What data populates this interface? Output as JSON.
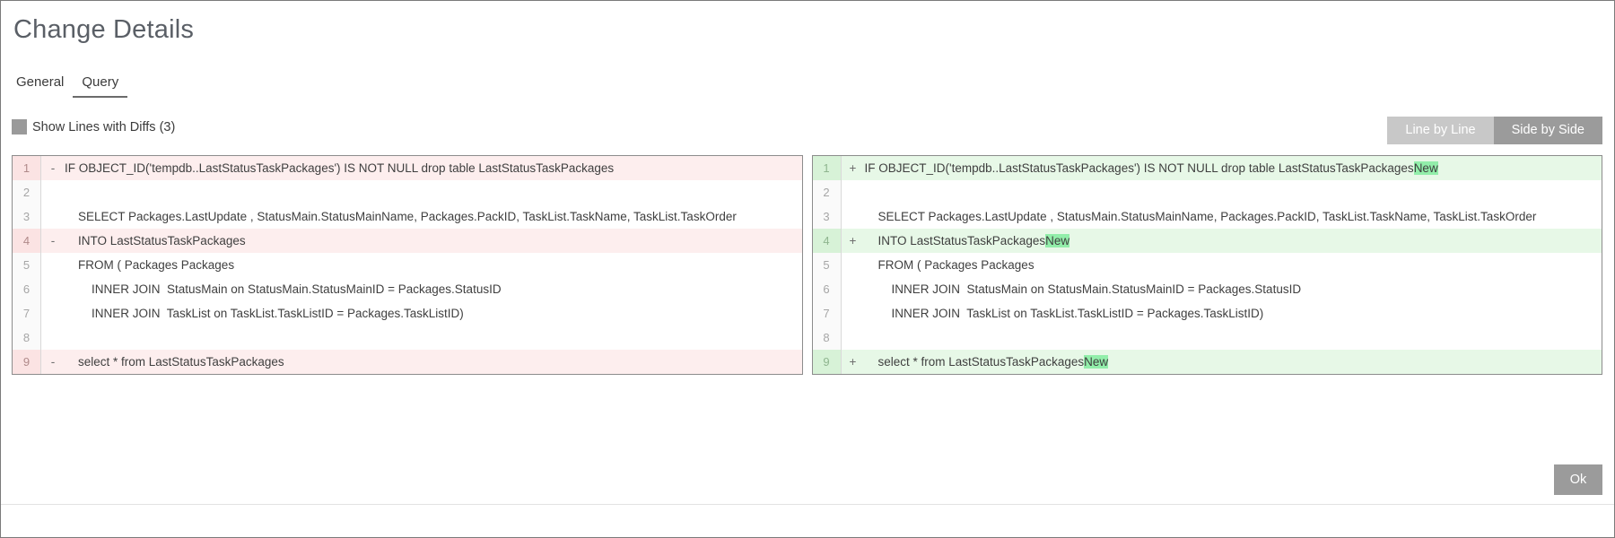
{
  "window": {
    "title": "Change Details"
  },
  "tabs": [
    {
      "label": "General",
      "active": false
    },
    {
      "label": "Query",
      "active": true
    }
  ],
  "options": {
    "show_diffs_label": "Show Lines with Diffs (3)",
    "show_diffs_checked": false
  },
  "view_mode": {
    "line_by_line_label": "Line by Line",
    "side_by_side_label": "Side by Side",
    "selected": "Side by Side"
  },
  "colors": {
    "deleted_row": "#fdeeee",
    "deleted_gutter": "#fbe3e3",
    "added_row": "#e7f8e7",
    "added_gutter": "#d7f2d7",
    "inline_change": "#92eeaa",
    "toggle_selected": "#9b9b9b",
    "toggle_unselected": "#c8c8c8"
  },
  "diff": {
    "left": {
      "lines": [
        {
          "num": "1",
          "sign": "-",
          "type": "del",
          "parts": [
            {
              "text": "IF OBJECT_ID('tempdb..LastStatusTaskPackages') IS NOT NULL drop table LastStatusTaskPackages",
              "changed": false
            }
          ]
        },
        {
          "num": "2",
          "sign": "",
          "type": "same",
          "parts": [
            {
              "text": "",
              "changed": false
            }
          ]
        },
        {
          "num": "3",
          "sign": "",
          "type": "same",
          "parts": [
            {
              "text": "    SELECT Packages.LastUpdate , StatusMain.StatusMainName, Packages.PackID, TaskList.TaskName, TaskList.TaskOrder",
              "changed": false
            }
          ]
        },
        {
          "num": "4",
          "sign": "-",
          "type": "del",
          "parts": [
            {
              "text": "    INTO LastStatusTaskPackages",
              "changed": false
            }
          ]
        },
        {
          "num": "5",
          "sign": "",
          "type": "same",
          "parts": [
            {
              "text": "    FROM ( Packages Packages",
              "changed": false
            }
          ]
        },
        {
          "num": "6",
          "sign": "",
          "type": "same",
          "parts": [
            {
              "text": "        INNER JOIN  StatusMain on StatusMain.StatusMainID = Packages.StatusID",
              "changed": false
            }
          ]
        },
        {
          "num": "7",
          "sign": "",
          "type": "same",
          "parts": [
            {
              "text": "        INNER JOIN  TaskList on TaskList.TaskListID = Packages.TaskListID)",
              "changed": false
            }
          ]
        },
        {
          "num": "8",
          "sign": "",
          "type": "same",
          "parts": [
            {
              "text": "",
              "changed": false
            }
          ]
        },
        {
          "num": "9",
          "sign": "-",
          "type": "del",
          "parts": [
            {
              "text": "    select * from LastStatusTaskPackages",
              "changed": false
            }
          ]
        }
      ]
    },
    "right": {
      "lines": [
        {
          "num": "1",
          "sign": "+",
          "type": "add",
          "parts": [
            {
              "text": "IF OBJECT_ID('tempdb..LastStatusTaskPackages') IS NOT NULL drop table LastStatusTaskPackages",
              "changed": false
            },
            {
              "text": "New",
              "changed": true
            }
          ]
        },
        {
          "num": "2",
          "sign": "",
          "type": "same",
          "parts": [
            {
              "text": "",
              "changed": false
            }
          ]
        },
        {
          "num": "3",
          "sign": "",
          "type": "same",
          "parts": [
            {
              "text": "    SELECT Packages.LastUpdate , StatusMain.StatusMainName, Packages.PackID, TaskList.TaskName, TaskList.TaskOrder",
              "changed": false
            }
          ]
        },
        {
          "num": "4",
          "sign": "+",
          "type": "add",
          "parts": [
            {
              "text": "    INTO LastStatusTaskPackages",
              "changed": false
            },
            {
              "text": "New",
              "changed": true
            }
          ]
        },
        {
          "num": "5",
          "sign": "",
          "type": "same",
          "parts": [
            {
              "text": "    FROM ( Packages Packages",
              "changed": false
            }
          ]
        },
        {
          "num": "6",
          "sign": "",
          "type": "same",
          "parts": [
            {
              "text": "        INNER JOIN  StatusMain on StatusMain.StatusMainID = Packages.StatusID",
              "changed": false
            }
          ]
        },
        {
          "num": "7",
          "sign": "",
          "type": "same",
          "parts": [
            {
              "text": "        INNER JOIN  TaskList on TaskList.TaskListID = Packages.TaskListID)",
              "changed": false
            }
          ]
        },
        {
          "num": "8",
          "sign": "",
          "type": "same",
          "parts": [
            {
              "text": "",
              "changed": false
            }
          ]
        },
        {
          "num": "9",
          "sign": "+",
          "type": "add",
          "parts": [
            {
              "text": "    select * from LastStatusTaskPackages",
              "changed": false
            },
            {
              "text": "New",
              "changed": true
            }
          ]
        }
      ]
    }
  },
  "footer": {
    "ok_label": "Ok"
  }
}
